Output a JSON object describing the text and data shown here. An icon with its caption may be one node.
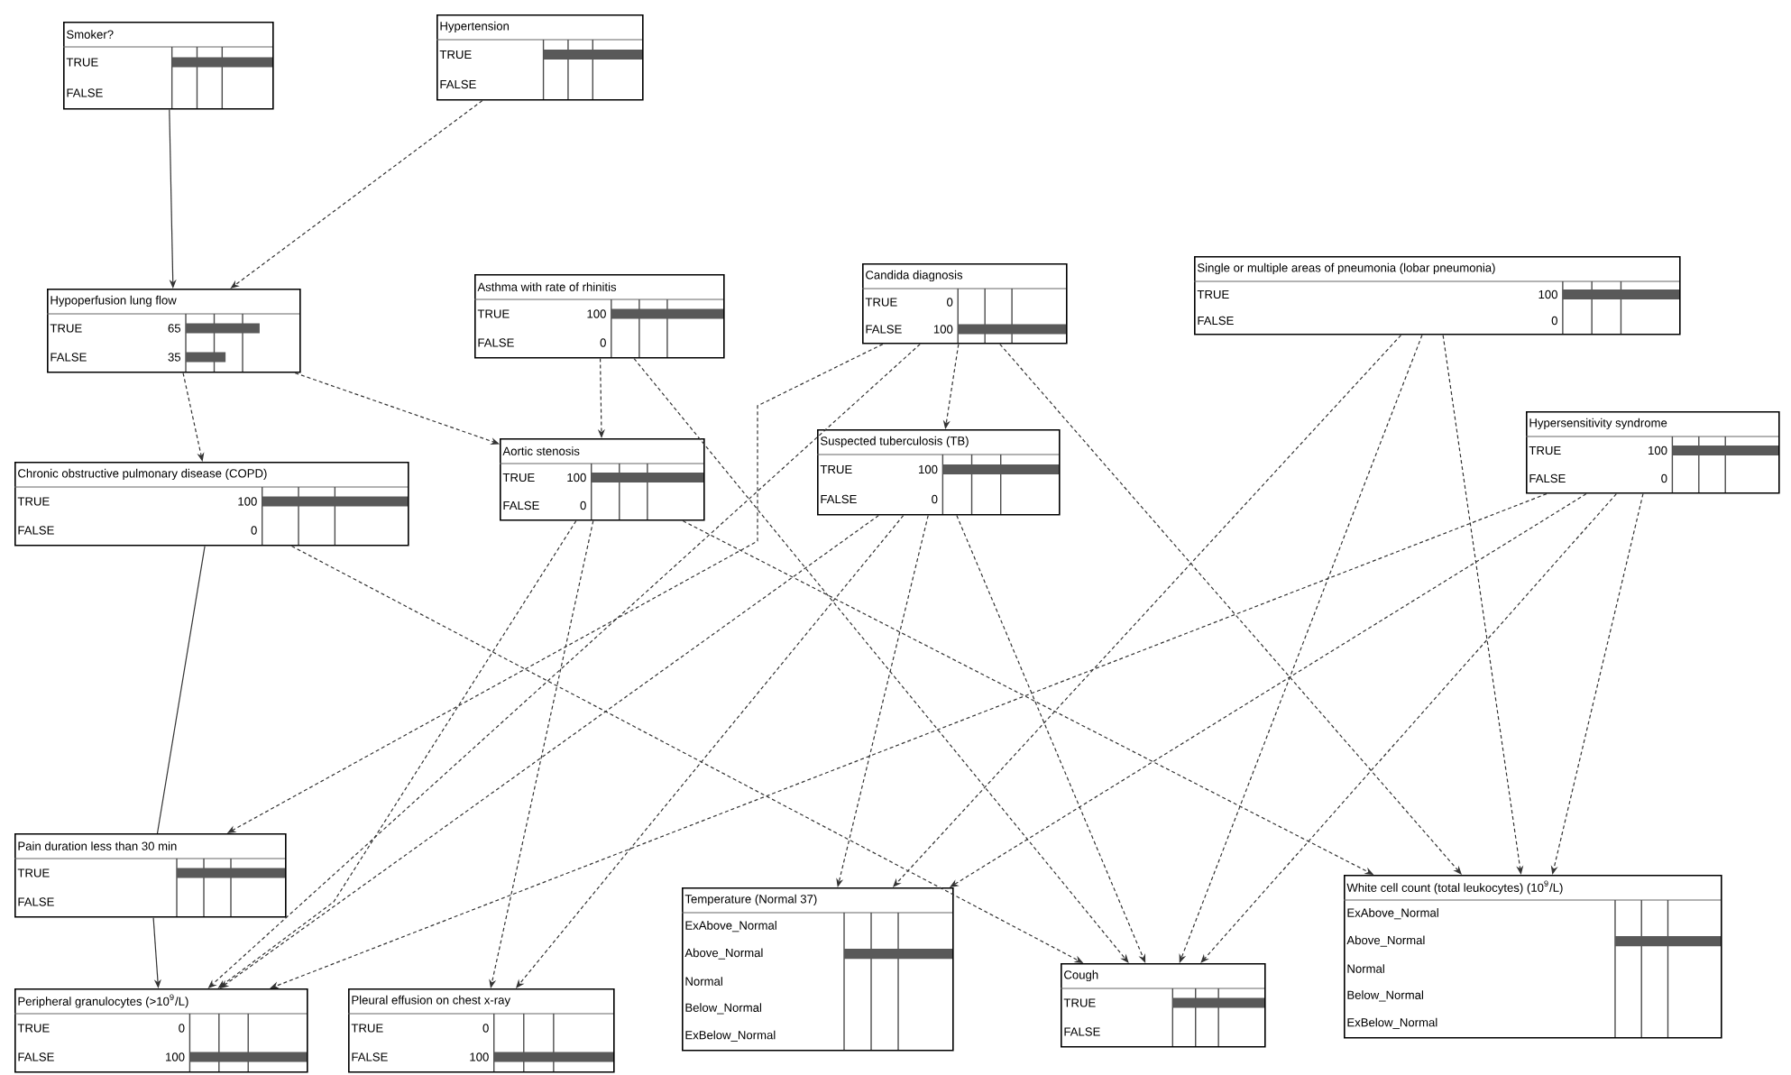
{
  "diagram": {
    "nodes": [
      {
        "text": [
          "Smoker?",
          "TRUE",
          "FALSE"
        ]
      },
      {
        "text": [
          "Hypertension",
          "TRUE",
          "FALSE"
        ]
      },
      {
        "text": [
          "Hypoperfusion lung flow",
          "TRUE",
          "65",
          "FALSE",
          "35"
        ]
      },
      {
        "text": [
          "Asthma with rate of rhinitis",
          "TRUE",
          "100",
          "FALSE",
          "0"
        ]
      },
      {
        "text": [
          "Candida diagnosis",
          "TRUE",
          "0",
          "FALSE",
          "100"
        ]
      },
      {
        "text": [
          "Single or multiple areas of pneumonia (lobar pneumonia)",
          "TRUE",
          "100",
          "FALSE",
          "0"
        ]
      },
      {
        "text": [
          "Chronic obstructive pulmonary disease (COPD)",
          "TRUE",
          "100",
          "FALSE",
          "0"
        ]
      },
      {
        "text": [
          "Aortic stenosis",
          "TRUE",
          "100",
          "FALSE",
          "0"
        ]
      },
      {
        "text": [
          "Suspected tuberculosis (TB)",
          "TRUE",
          "100",
          "FALSE",
          "0"
        ]
      },
      {
        "text": [
          "Hypersensitivity syndrome",
          "TRUE",
          "100",
          "FALSE",
          "0"
        ]
      },
      {
        "text": [
          "Pain duration less than 30 min",
          "TRUE",
          "FALSE"
        ]
      },
      {
        "text": [
          "Peripheral granulocytes (>10$^{9}$/L)",
          "TRUE",
          "0",
          "FALSE",
          "100"
        ]
      },
      {
        "text": [
          "Pleural effusion on chest x-ray",
          "TRUE",
          "0",
          "FALSE",
          "100"
        ]
      },
      {
        "text": [
          "Temperature (Normal 37)",
          "ExAbove_Normal",
          "Above_Normal",
          "Normal",
          "Below_Normal",
          "ExBelow_Normal"
        ]
      },
      {
        "text": [
          "Cough",
          "TRUE",
          "FALSE"
        ]
      },
      {
        "text": [
          "White cell count (total leukocytes) (10$^{9}$/L)",
          "ExAbove_Normal",
          "Above_Normal",
          "Normal",
          "Below_Normal",
          "ExBelow_Normal"
        ]
      }
    ],
    "edges": [
      {
        "from": 0,
        "to": 2,
        "arrow": "to"
      },
      {
        "from": 1,
        "to": 2,
        "arrow": "to",
        "style": "dashed"
      },
      {
        "from": 2,
        "to": 6,
        "arrow": "to",
        "style": "dashed"
      },
      {
        "from": 2,
        "to": 7,
        "arrow": "to",
        "style": "dashed"
      },
      {
        "from": 3,
        "to": 7,
        "arrow": "to",
        "style": "dashed"
      },
      {
        "from": 3,
        "to": 14,
        "arrow": "to",
        "style": "dashed"
      },
      {
        "from": 4,
        "to": 10,
        "arrow": "to",
        "style": "dashed"
      },
      {
        "from": 4,
        "to": 11,
        "arrow": "to",
        "style": "dashed"
      },
      {
        "from": 4,
        "to": 8,
        "arrow": "to",
        "style": "dashed"
      },
      {
        "from": 4,
        "to": 15,
        "arrow": "to",
        "style": "dashed"
      },
      {
        "from": 5,
        "to": 13,
        "arrow": "to",
        "style": "dashed"
      },
      {
        "from": 5,
        "to": 14,
        "arrow": "to",
        "style": "dashed"
      },
      {
        "from": 5,
        "to": 15,
        "arrow": "to",
        "style": "dashed"
      },
      {
        "from": 9,
        "to": 11,
        "arrow": "to",
        "style": "dashed"
      },
      {
        "from": 9,
        "to": 13,
        "arrow": "to",
        "style": "dashed"
      },
      {
        "from": 9,
        "to": 14,
        "arrow": "to",
        "style": "dashed"
      },
      {
        "from": 9,
        "to": 15,
        "arrow": "to",
        "style": "dashed"
      },
      {
        "from": 6,
        "to": 10,
        "arrow": "none"
      },
      {
        "from": 10,
        "to": 11,
        "arrow": "to"
      },
      {
        "from": 6,
        "to": 14,
        "arrow": "to",
        "style": "dashed"
      },
      {
        "from": 7,
        "to": 11,
        "arrow": "to",
        "style": "dashed"
      },
      {
        "from": 7,
        "to": 12,
        "arrow": "to",
        "style": "dashed"
      },
      {
        "from": 7,
        "to": 15,
        "arrow": "to",
        "style": "dashed"
      },
      {
        "from": 8,
        "to": 11,
        "arrow": "to",
        "style": "dashed"
      },
      {
        "from": 8,
        "to": 12,
        "arrow": "to",
        "style": "dashed"
      },
      {
        "from": 8,
        "to": 13,
        "arrow": "to",
        "style": "dashed"
      },
      {
        "from": 8,
        "to": 14,
        "arrow": "to",
        "style": "dashed"
      }
    ]
  }
}
